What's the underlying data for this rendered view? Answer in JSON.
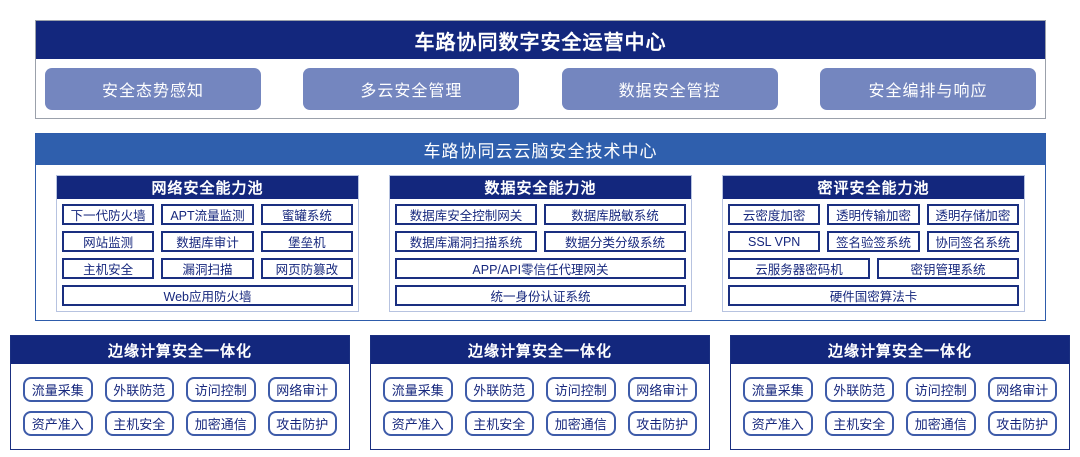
{
  "colors": {
    "navy_header": "#13277d",
    "blue_header": "#2f5fad",
    "slate_button": "#7486bf",
    "item_border": "#1a2f80",
    "item_text": "#16277d",
    "pool_frame": "#b7c3e0",
    "background": "#ffffff"
  },
  "operations_center": {
    "title": "车路协同数字安全运营中心",
    "modules": [
      "安全态势感知",
      "多云安全管理",
      "数据安全管控",
      "安全编排与响应"
    ]
  },
  "tech_center": {
    "title": "车路协同云云脑安全技术中心",
    "pools": [
      {
        "title": "网络安全能力池",
        "rows": [
          [
            "下一代防火墙",
            "APT流量监测",
            "蜜罐系统"
          ],
          [
            "网站监测",
            "数据库审计",
            "堡垒机"
          ],
          [
            "主机安全",
            "漏洞扫描",
            "网页防篡改"
          ],
          [
            "Web应用防火墙"
          ]
        ]
      },
      {
        "title": "数据安全能力池",
        "rows": [
          [
            "数据库安全控制网关",
            "数据库脱敏系统"
          ],
          [
            "数据库漏洞扫描系统",
            "数据分类分级系统"
          ],
          [
            "APP/API零信任代理网关"
          ],
          [
            "统一身份认证系统"
          ]
        ]
      },
      {
        "title": "密评安全能力池",
        "rows": [
          [
            "云密度加密",
            "透明传输加密",
            "透明存储加密"
          ],
          [
            "SSL VPN",
            "签名验签系统",
            "协同签名系统"
          ],
          [
            "云服务器密码机",
            "密钥管理系统"
          ],
          [
            "硬件国密算法卡"
          ]
        ]
      }
    ]
  },
  "edge_boxes": [
    {
      "title": "边缘计算安全一体化",
      "rows": [
        [
          "流量采集",
          "外联防范",
          "访问控制",
          "网络审计"
        ],
        [
          "资产准入",
          "主机安全",
          "加密通信",
          "攻击防护"
        ]
      ]
    },
    {
      "title": "边缘计算安全一体化",
      "rows": [
        [
          "流量采集",
          "外联防范",
          "访问控制",
          "网络审计"
        ],
        [
          "资产准入",
          "主机安全",
          "加密通信",
          "攻击防护"
        ]
      ]
    },
    {
      "title": "边缘计算安全一体化",
      "rows": [
        [
          "流量采集",
          "外联防范",
          "访问控制",
          "网络审计"
        ],
        [
          "资产准入",
          "主机安全",
          "加密通信",
          "攻击防护"
        ]
      ]
    }
  ]
}
